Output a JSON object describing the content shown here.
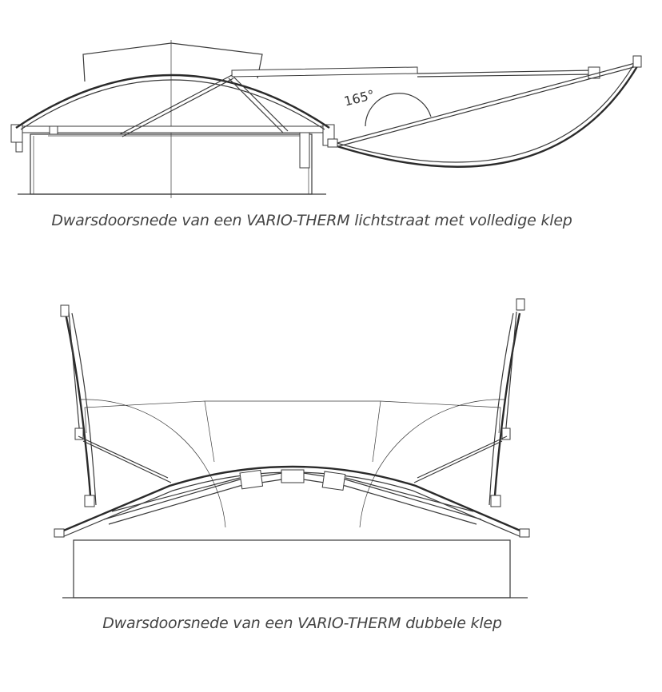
{
  "figures": [
    {
      "caption": "Dwarsdoorsnede van een VARIO-THERM lichtstraat met volledige klep",
      "angle_label": "165°"
    },
    {
      "caption": "Dwarsdoorsnede van een VARIO-THERM dubbele klep"
    }
  ]
}
